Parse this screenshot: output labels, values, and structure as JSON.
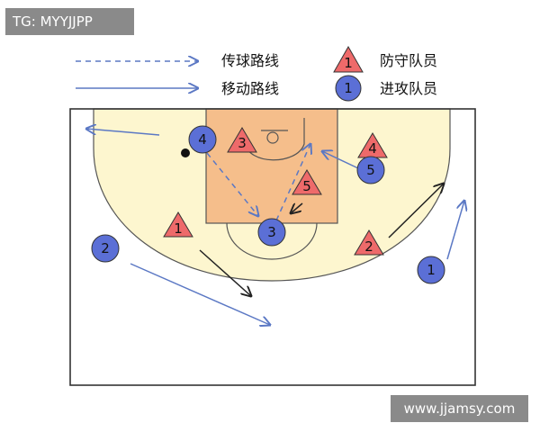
{
  "watermark_top": "TG: MYYJJPP",
  "watermark_bottom": "www.jjamsy.com",
  "legend": {
    "pass_route": "传球路线",
    "move_route": "移动路线",
    "defender": "防守队员",
    "attacker": "进攻队员",
    "defender_symbol_number": "1",
    "attacker_symbol_number": "1"
  },
  "colors": {
    "court_line": "#333333",
    "court_fill": "#fdf6cf",
    "paint_fill": "#f5be8b",
    "attacker_fill": "#5b6fd6",
    "defender_fill": "#ee6a6a",
    "route_blue": "#5b78c4"
  },
  "attackers": [
    {
      "number": "1"
    },
    {
      "number": "2"
    },
    {
      "number": "3"
    },
    {
      "number": "4"
    },
    {
      "number": "5"
    }
  ],
  "defenders": [
    {
      "number": "1"
    },
    {
      "number": "2"
    },
    {
      "number": "3"
    },
    {
      "number": "4"
    },
    {
      "number": "5"
    }
  ]
}
